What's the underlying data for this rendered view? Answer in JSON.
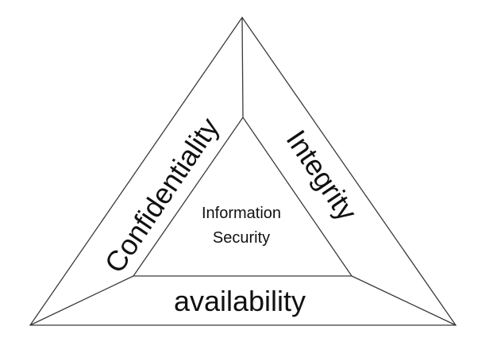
{
  "diagram": {
    "center": {
      "line1": "Information",
      "line2": "Security"
    },
    "sides": {
      "left": "Confidentiality",
      "right": "Integrity",
      "bottom": "availability"
    }
  }
}
